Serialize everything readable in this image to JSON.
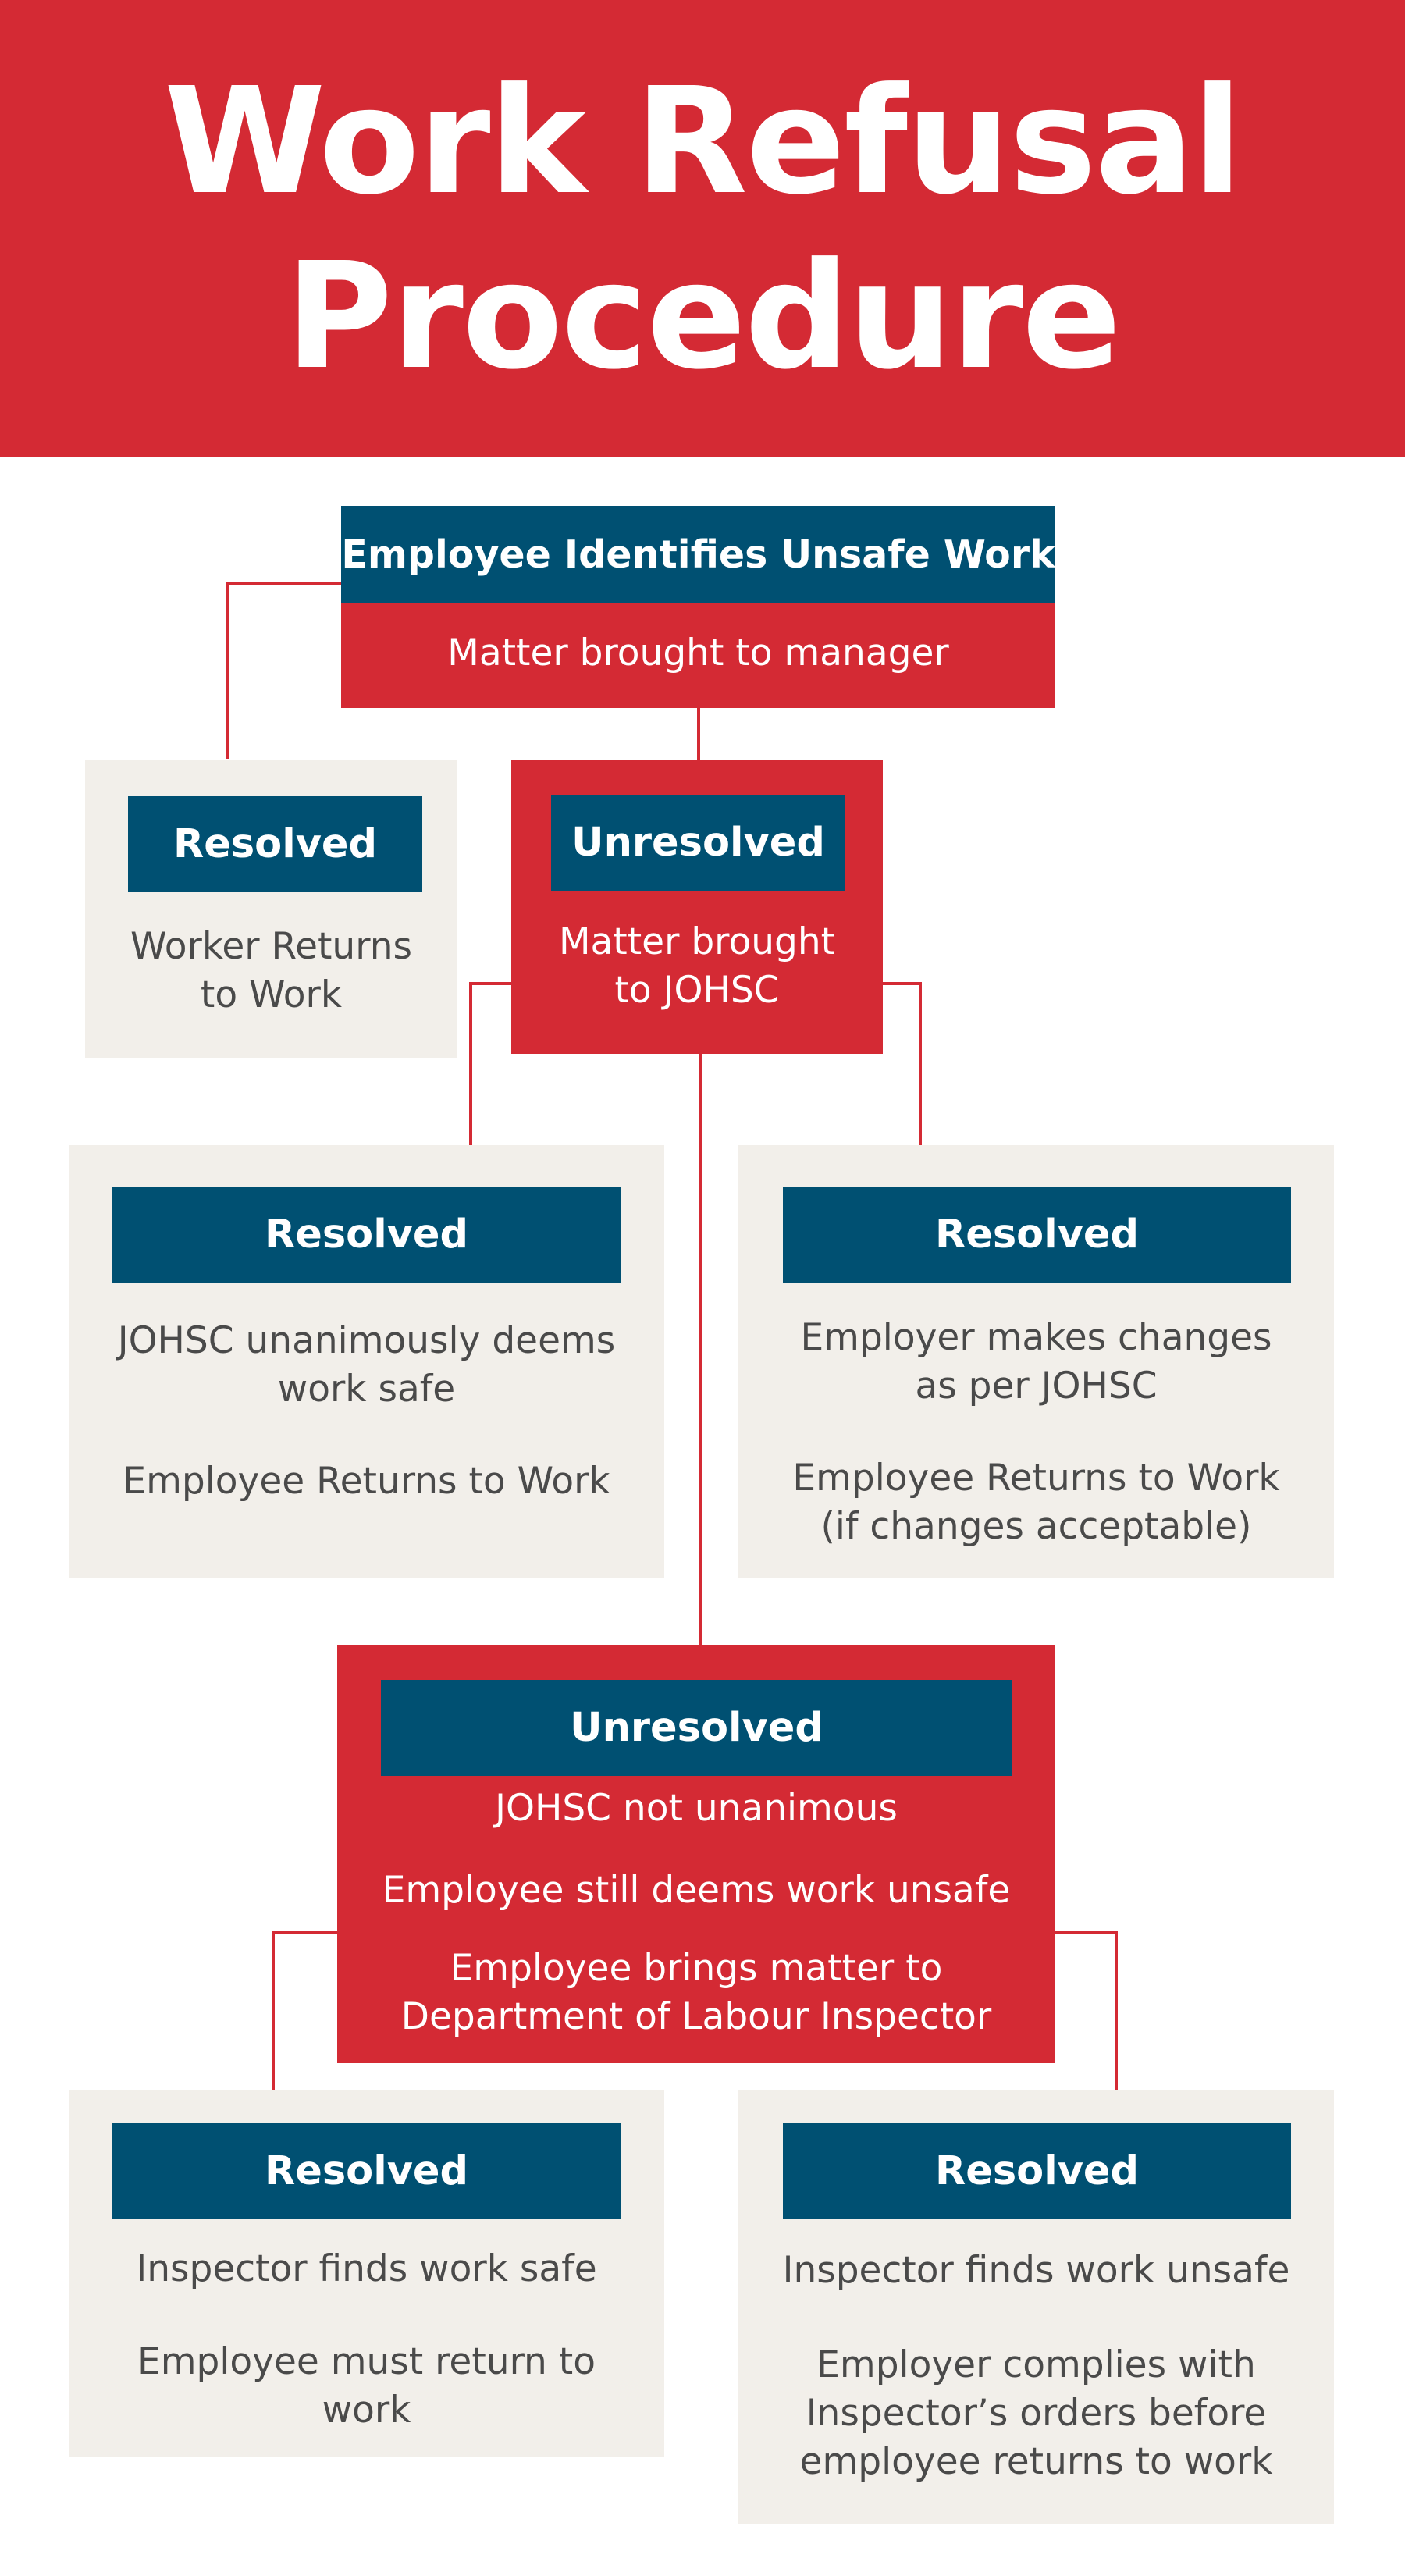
{
  "title": {
    "line1": "Work Refusal",
    "line2": "Procedure"
  },
  "start": {
    "heading": "Employee Identifies Unsafe Work",
    "text": "Matter brought to manager"
  },
  "branch1_resolved": {
    "heading": "Resolved",
    "text_line1": "Worker Returns",
    "text_line2": "to Work"
  },
  "branch1_unresolved": {
    "heading": "Unresolved",
    "text_line1": "Matter brought",
    "text_line2": "to JOHSC"
  },
  "johsc_safe": {
    "heading": "Resolved",
    "text1_line1": "JOHSC unanimously deems",
    "text1_line2": "work safe",
    "text2": "Employee Returns to Work"
  },
  "johsc_changes": {
    "heading": "Resolved",
    "text1_line1": "Employer makes changes",
    "text1_line2": "as per JOHSC",
    "text2_line1": "Employee Returns to Work",
    "text2_line2": "(if changes acceptable)"
  },
  "escalation": {
    "heading": "Unresolved",
    "text1": "JOHSC not unanimous",
    "text2": "Employee still deems work unsafe",
    "text3_line1": "Employee brings matter to",
    "text3_line2": "Department of Labour Inspector"
  },
  "inspector_safe": {
    "heading": "Resolved",
    "text1": "Inspector finds work safe",
    "text2_line1": "Employee must return to",
    "text2_line2": "work"
  },
  "inspector_unsafe": {
    "heading": "Resolved",
    "text1": "Inspector finds work unsafe",
    "text2_line1": "Employer complies with",
    "text2_line2": "Inspector’s orders before",
    "text2_line3": "employee returns to work"
  },
  "colors": {
    "red": "#d42a34",
    "navy": "#005072",
    "grey_box": "#f2efea",
    "grey_text": "#4a4a4a"
  }
}
